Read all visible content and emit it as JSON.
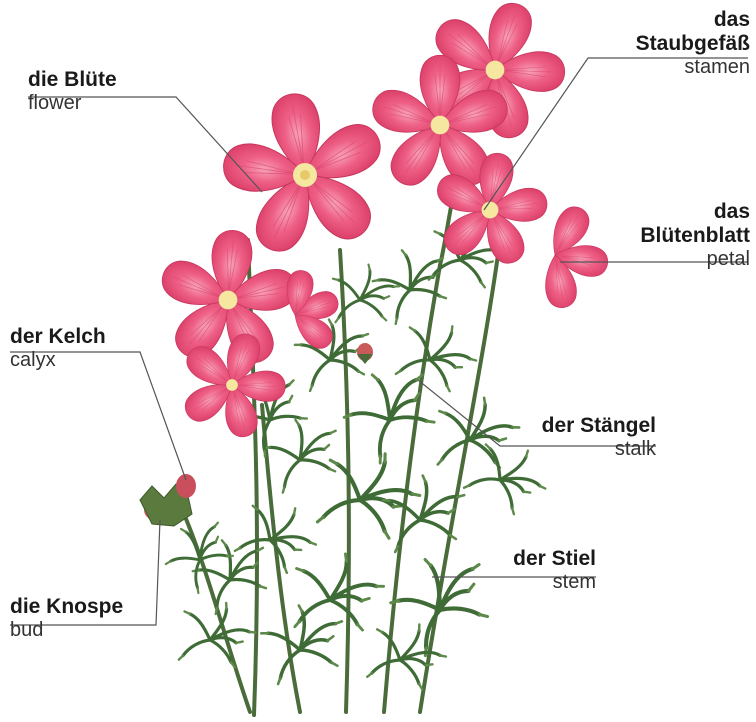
{
  "labels": {
    "flower": {
      "german": "die Blüte",
      "english": "flower"
    },
    "stamen": {
      "german_line1": "das",
      "german_line2": "Staubgefäß",
      "english": "stamen"
    },
    "petal": {
      "german_line1": "das",
      "german_line2": "Blütenblatt",
      "english": "petal"
    },
    "calyx": {
      "german": "der Kelch",
      "english": "calyx"
    },
    "stalk": {
      "german": "der Stängel",
      "english": "stalk"
    },
    "stem": {
      "german": "der Stiel",
      "english": "stem"
    },
    "bud": {
      "german": "die Knospe",
      "english": "bud"
    }
  },
  "colors": {
    "petal": "#e8456f",
    "petal_light": "#f27a98",
    "petal_dark": "#c92f58",
    "stamen": "#f5e6a0",
    "stem": "#4a6b3a",
    "leaf": "#3f6b36",
    "leaf_light": "#5d8a4a",
    "leader_line": "#555555"
  }
}
